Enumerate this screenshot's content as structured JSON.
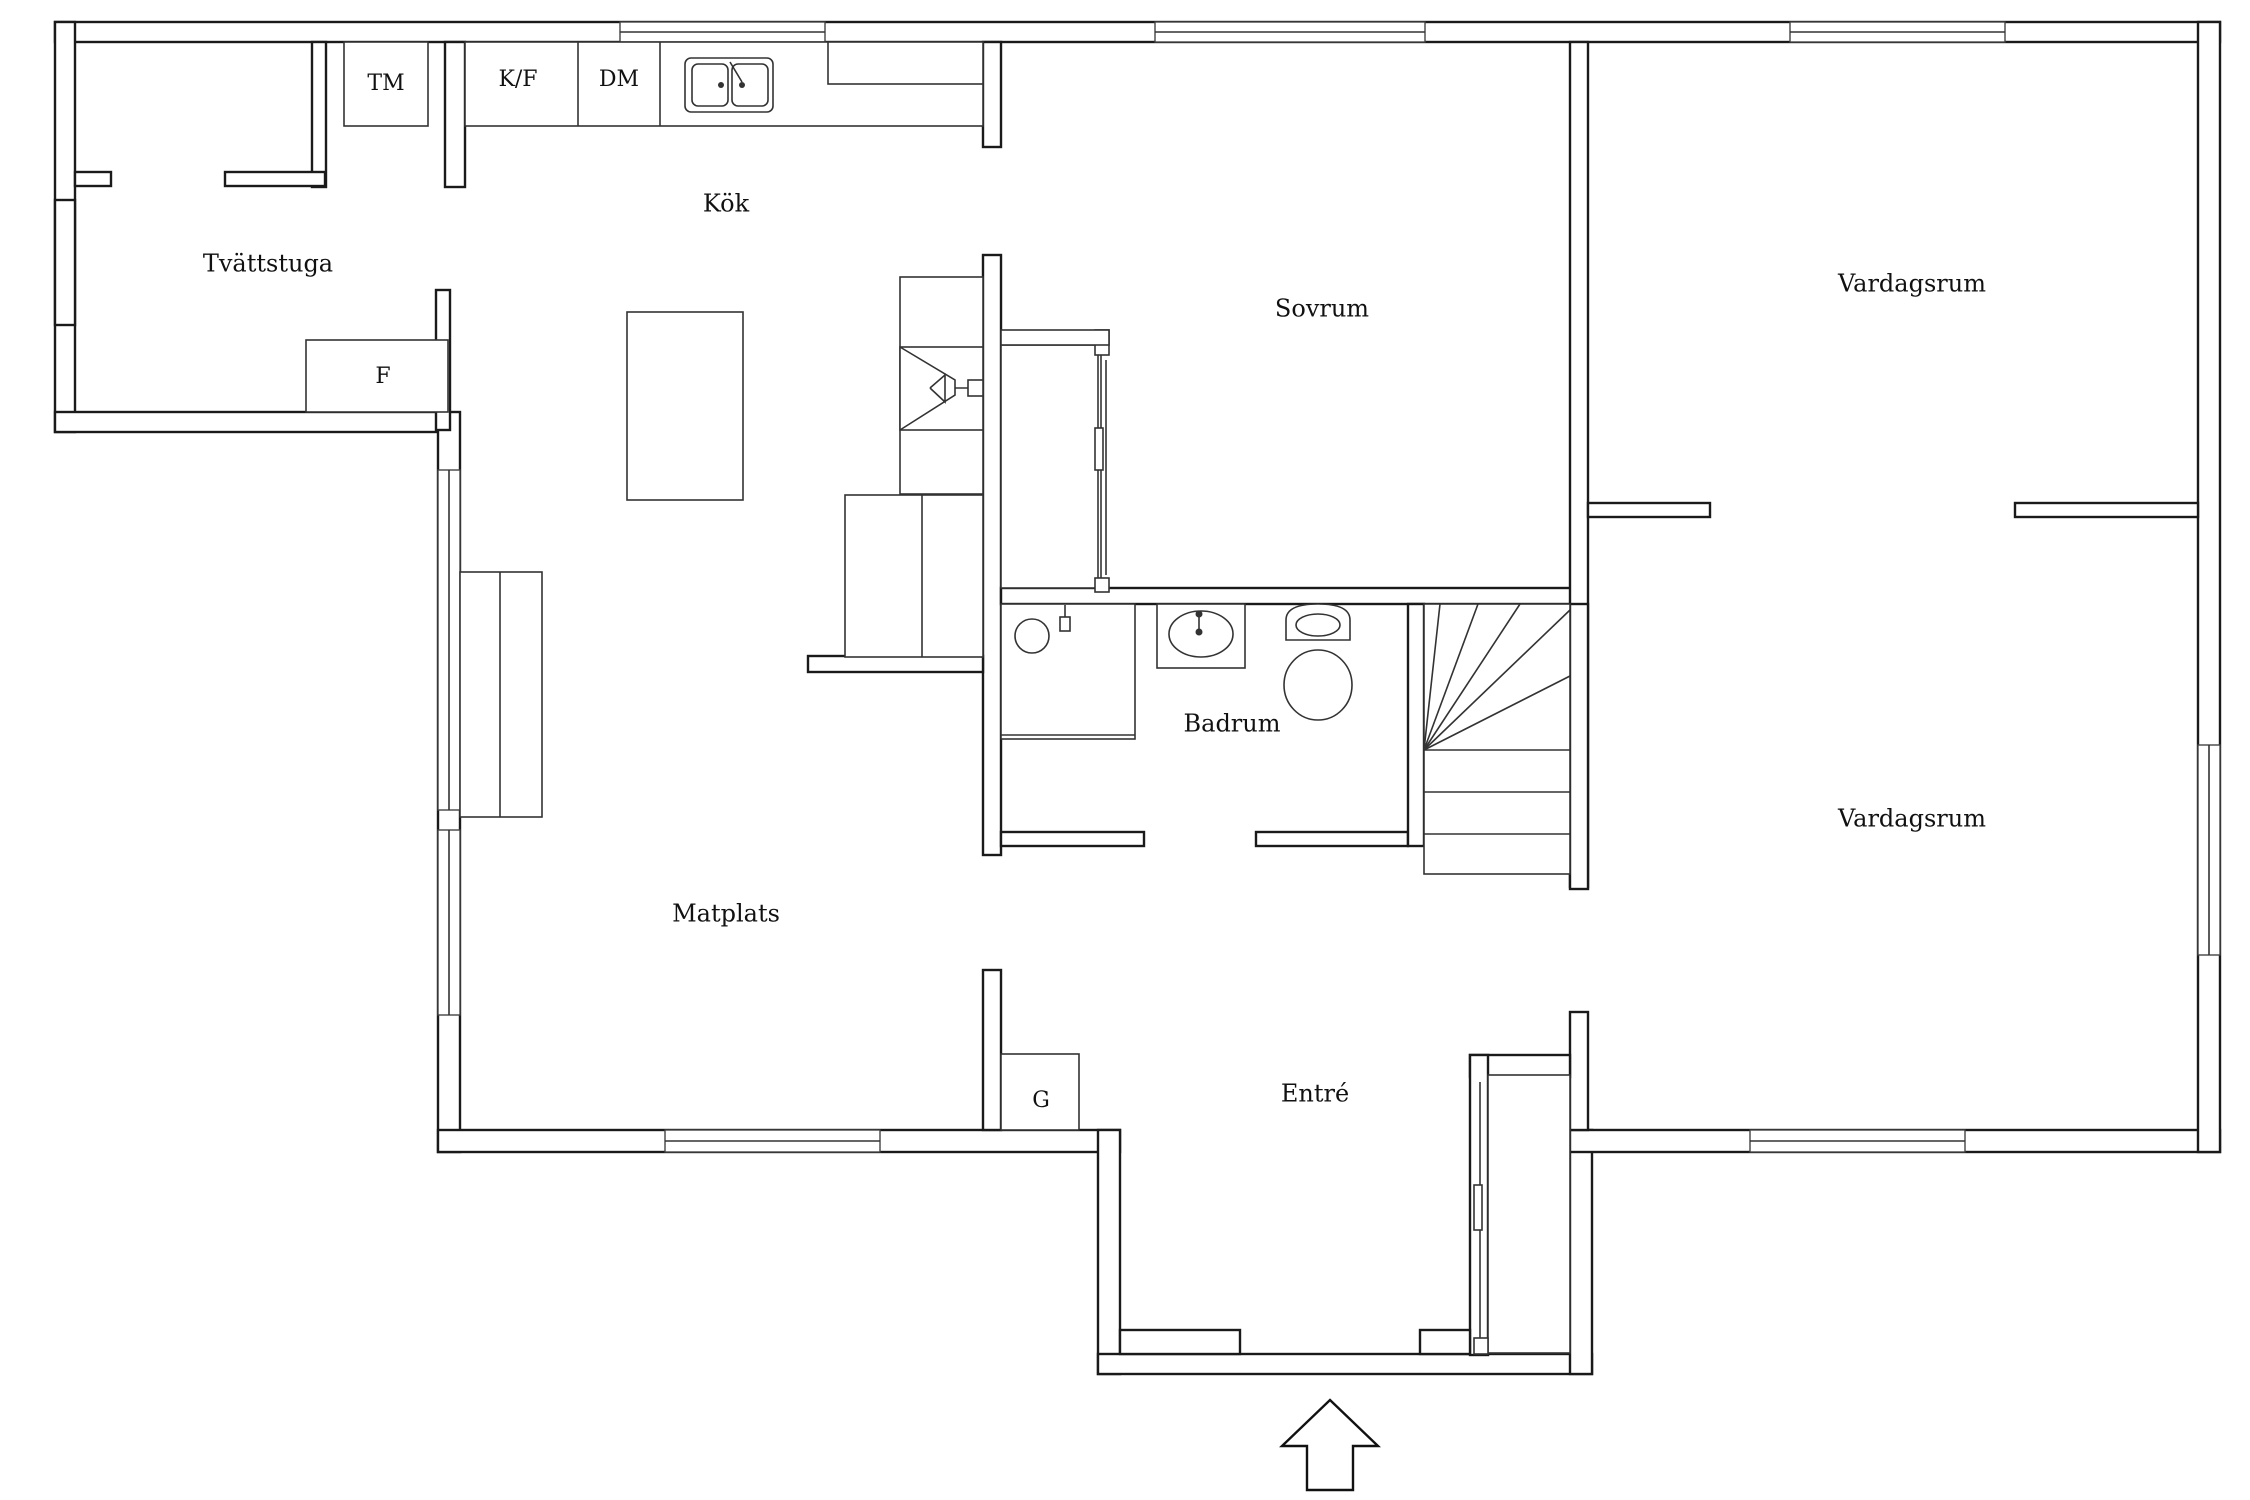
{
  "rooms": {
    "tvattstuga": "Tvättstuga",
    "kok": "Kök",
    "sovrum": "Sovrum",
    "vardagsrum_upper": "Vardagsrum",
    "vardagsrum_lower": "Vardagsrum",
    "badrum": "Badrum",
    "matplats": "Matplats",
    "entre": "Entré"
  },
  "appliances": {
    "tm": "TM",
    "kf": "K/F",
    "dm": "DM",
    "f": "F",
    "g": "G"
  },
  "icons": {
    "entrance": "entrance-arrow-icon",
    "sink": "double-sink-icon",
    "basin": "wash-basin-icon",
    "toilet": "toilet-icon",
    "shower": "shower-icon",
    "stairs": "stairs-icon",
    "stove": "stove-icon"
  }
}
